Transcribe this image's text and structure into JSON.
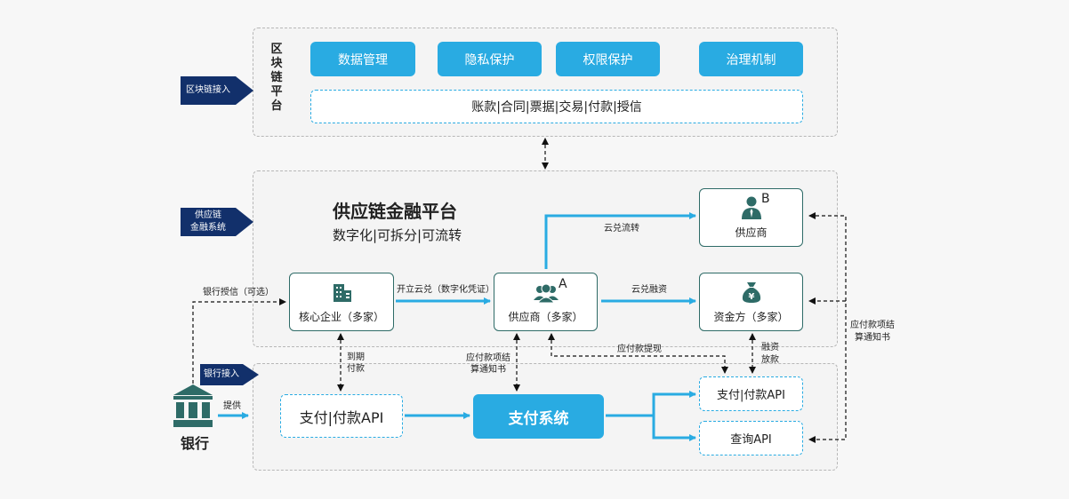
{
  "colors": {
    "accent": "#29abe2",
    "navy": "#12306b",
    "teal": "#2e6b67",
    "panel_border": "#b7b7b7"
  },
  "tags": {
    "blockchain": "区块链接入",
    "scf_line1": "供应链",
    "scf_line2": "金融系统",
    "bank_access": "银行接入"
  },
  "blockchain": {
    "title_chars": [
      "区",
      "块",
      "链",
      "平",
      "台"
    ],
    "modules": [
      "数据管理",
      "隐私保护",
      "权限保护",
      "治理机制"
    ],
    "ledger_items": "账款|合同|票据|交易|付款|授信"
  },
  "scf": {
    "title": "供应链金融平台",
    "subtitle": "数字化|可拆分|可流转"
  },
  "nodes": {
    "core_enterprise": "核心企业（多家）",
    "supplier_a": "供应商（多家）",
    "supplier_a_mark": "A",
    "supplier_b": "供应商",
    "supplier_b_mark": "B",
    "funder": "资金方（多家）"
  },
  "icons": {
    "core_enterprise": "building-icon",
    "supplier_a": "group-icon",
    "supplier_b": "person-icon",
    "funder": "money-bag-icon",
    "bank": "bank-icon"
  },
  "bank": {
    "name": "银行",
    "payment_api": "支付|付款API",
    "payment_system": "支付系统",
    "pay_api": "支付|付款API",
    "query_api": "查询API"
  },
  "labels": {
    "bank_credit": "银行授信（可选）",
    "issue_cloud": "开立云兑（数字化凭证）",
    "cloud_transfer": "云兑流转",
    "cloud_financing": "云兑融资",
    "due_pay_1": "到期",
    "due_pay_2": "付款",
    "notice_1": "应付款项结",
    "notice_2": "算通知书",
    "ap_reminder": "应付款提现",
    "financing_1": "融资",
    "financing_2": "放款",
    "right_notice_1": "应付款项结",
    "right_notice_2": "算通知书",
    "provide": "提供"
  }
}
